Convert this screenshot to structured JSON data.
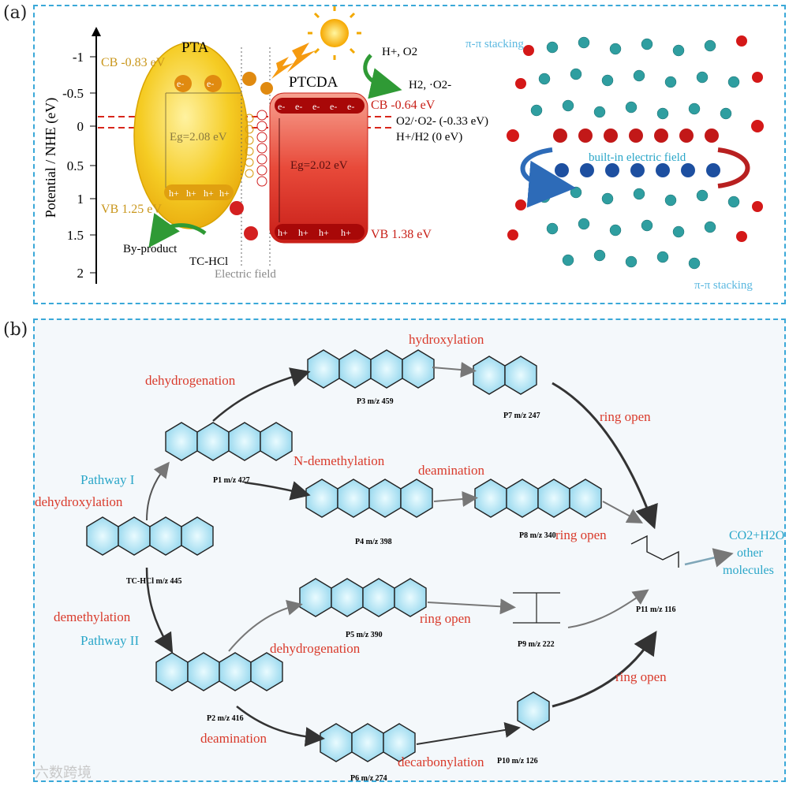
{
  "panel_a": {
    "label": "(a)",
    "y_axis_label": "Potential / NHE (eV)",
    "y_ticks": [
      "-1",
      "-0.5",
      "0",
      "0.5",
      "1",
      "1.5",
      "2"
    ],
    "pta": {
      "name": "PTA",
      "cb": "CB -0.83 eV",
      "vb": "VB 1.25 eV",
      "eg": "Eg=2.08 eV"
    },
    "ptcda": {
      "name": "PTCDA",
      "cb": "CB -0.64 eV",
      "vb": "VB 1.38 eV",
      "eg": "Eg=2.02 eV"
    },
    "redox_o2": "O2/·O2- (-0.33 eV)",
    "redox_h2": "H+/H2 (0 eV)",
    "products_in": "H+, O2",
    "products_out": "H2, ·O2-",
    "byproduct": "By-product",
    "tc": "TC-HCl",
    "field": "Electric field",
    "stack_top": "π-π stacking",
    "stack_bottom": "π-π stacking",
    "builtin": "built-in electric field",
    "e_label": "e-",
    "h_label": "h+"
  },
  "panel_b": {
    "label": "(b)",
    "compounds": {
      "tc": "TC-HCl  m/z 445",
      "p1": "P1  m/z 427",
      "p2": "P2  m/z 416",
      "p3": "P3  m/z 459",
      "p4": "P4  m/z 398",
      "p5": "P5  m/z 390",
      "p6": "P6  m/z 274",
      "p7": "P7  m/z 247",
      "p8": "P8  m/z 340",
      "p9": "P9  m/z 222",
      "p10": "P10  m/z 126",
      "p11": "P11  m/z 116"
    },
    "steps": {
      "pathway1": "Pathway I",
      "pathway2": "Pathway II",
      "dehydroxylation": "dehydroxylation",
      "demethylation": "demethylation",
      "dehydrogenation1": "dehydrogenation",
      "dehydrogenation2": "dehydrogenation",
      "hydroxylation": "hydroxylation",
      "ndemethylation": "N-demethylation",
      "deamination1": "deamination",
      "deamination2": "deamination",
      "ringopen1": "ring open",
      "ringopen2": "ring open",
      "ringopen3": "ring open",
      "ringopen4": "ring open",
      "decarbonylation": "decarbonylation"
    },
    "final_products": [
      "CO2+H2O",
      "other",
      "molecules"
    ]
  },
  "watermark": "六数跨境",
  "colors": {
    "border": "#3aa8d8",
    "red": "#d93a2b",
    "cyan": "#2aa6c8",
    "pta": "#f2c21a",
    "ptcda": "#e4342b"
  }
}
